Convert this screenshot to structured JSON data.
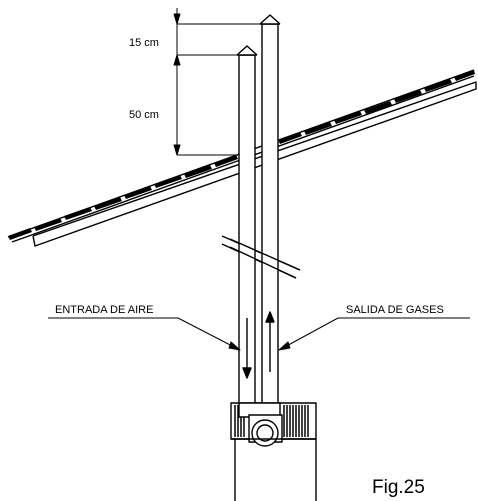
{
  "dimensions": {
    "top_gap": "15 cm",
    "roof_gap": "50 cm"
  },
  "labels": {
    "air_inlet": "ENTRADA DE AIRE",
    "gas_outlet": "SALIDA DE GASES"
  },
  "figure_label": "Fig.25"
}
